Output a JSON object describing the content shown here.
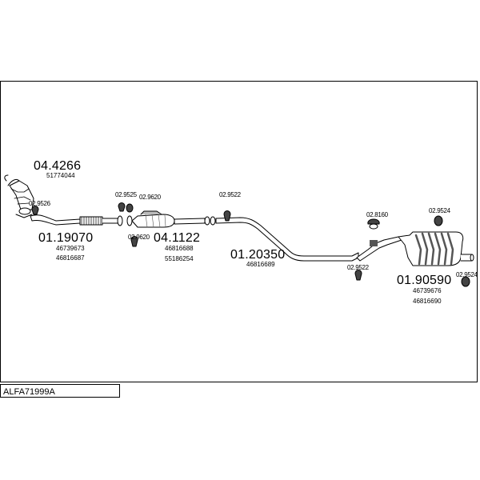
{
  "title": "ALFA71999A",
  "parts": {
    "downpipe": {
      "number": "04.4266",
      "oem": [
        "51774044"
      ],
      "mount": "02.9526"
    },
    "front_pipe": {
      "number": "01.19070",
      "oem": [
        "46739673",
        "46816687"
      ],
      "mounts": [
        "02.9525",
        "02.9620",
        "02.9620"
      ]
    },
    "catalyst": {
      "number": "04.1122",
      "oem": [
        "46816688",
        "55186254"
      ]
    },
    "middle_pipe": {
      "number": "01.20350",
      "oem": [
        "46816689"
      ],
      "mounts": [
        "02.9522",
        "02.9522",
        "02.8160"
      ]
    },
    "rear_silencer": {
      "number": "01.90590",
      "oem": [
        "46739676",
        "46816690"
      ],
      "mounts": [
        "02.9524",
        "02.9524"
      ]
    }
  },
  "colors": {
    "line": "#000000",
    "hatch": "#555555",
    "background": "#ffffff"
  }
}
